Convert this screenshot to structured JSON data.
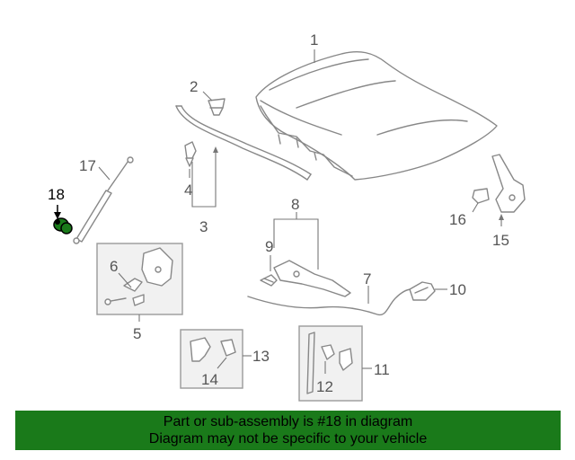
{
  "callouts": {
    "p1": "1",
    "p2": "2",
    "p3": "3",
    "p4": "4",
    "p5": "5",
    "p6": "6",
    "p7": "7",
    "p8": "8",
    "p9": "9",
    "p10": "10",
    "p11": "11",
    "p12": "12",
    "p13": "13",
    "p14": "14",
    "p15": "15",
    "p16": "16",
    "p17": "17",
    "p18": "18"
  },
  "highlighted_part": "18",
  "banner": {
    "line1": "Part or sub-assembly is #18 in diagram",
    "line2": "Diagram may not be specific to your vehicle"
  },
  "colors": {
    "banner_bg": "#1a7a1a",
    "highlight": "#1a7a1a",
    "line_art": "#888888"
  }
}
